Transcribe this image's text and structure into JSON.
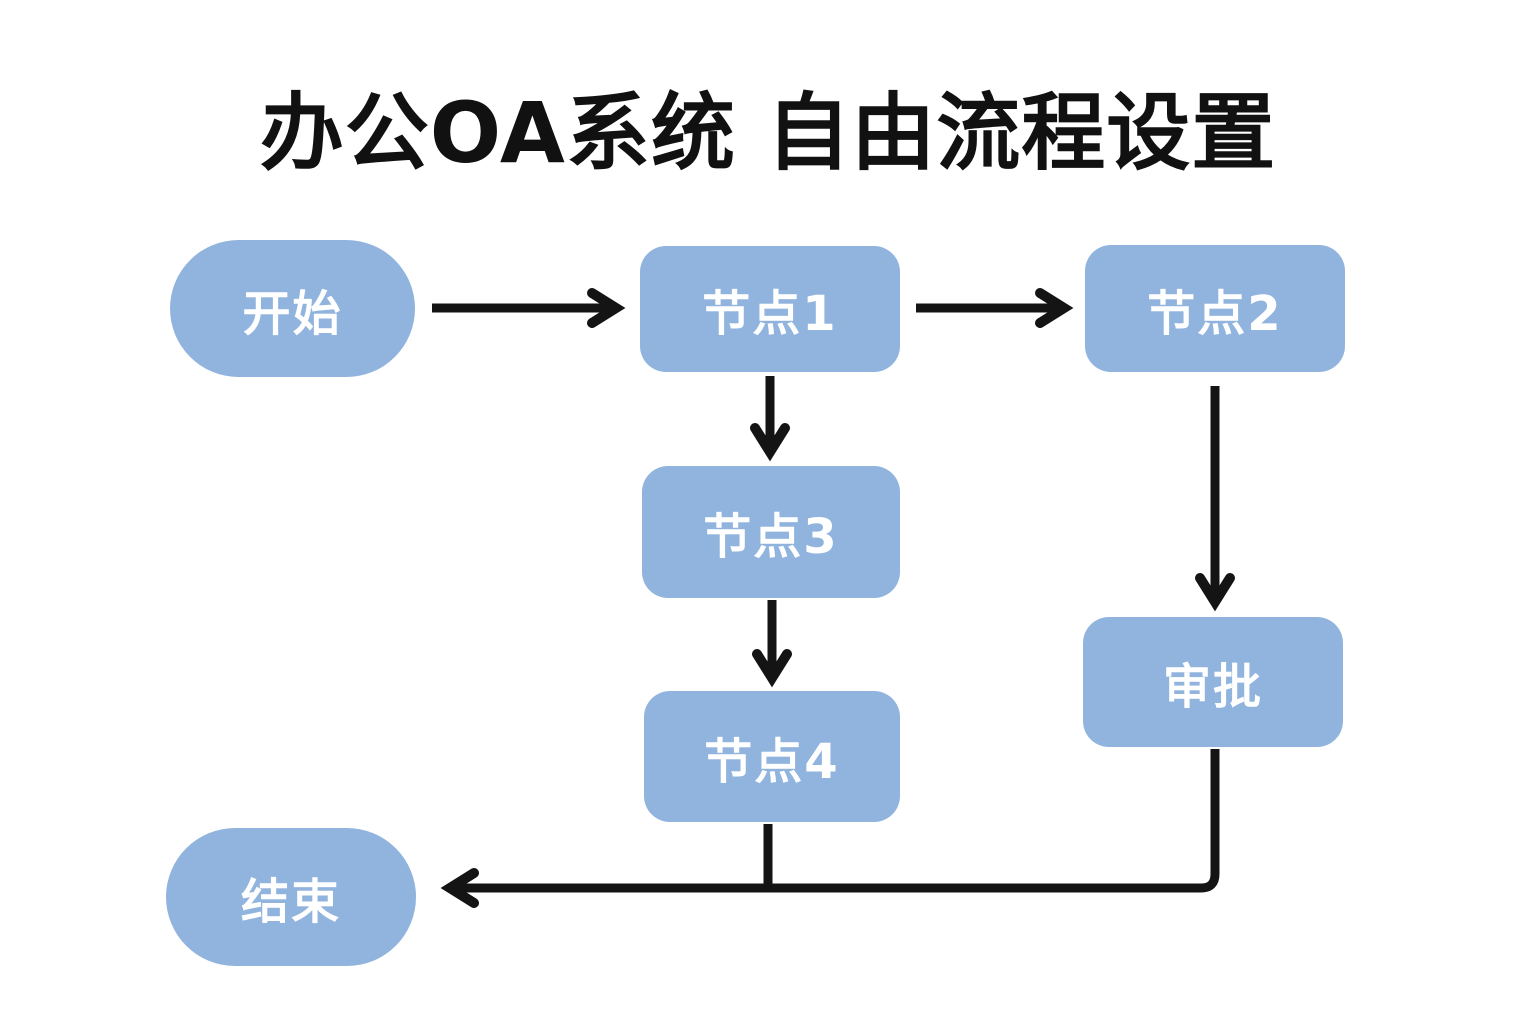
{
  "title": "办公OA系统 自由流程设置",
  "colors": {
    "background": "#ffffff",
    "title_text": "#111111",
    "node_fill": "#91b4de",
    "node_text": "#ffffff",
    "arrow": "#141414"
  },
  "nodes": [
    {
      "id": "start",
      "label": "开始",
      "shape": "pill"
    },
    {
      "id": "node1",
      "label": "节点1",
      "shape": "rounded-rect"
    },
    {
      "id": "node2",
      "label": "节点2",
      "shape": "rounded-rect"
    },
    {
      "id": "node3",
      "label": "节点3",
      "shape": "rounded-rect"
    },
    {
      "id": "node4",
      "label": "节点4",
      "shape": "rounded-rect"
    },
    {
      "id": "approval",
      "label": "审批",
      "shape": "rounded-rect"
    },
    {
      "id": "end",
      "label": "结束",
      "shape": "pill"
    }
  ],
  "edges": [
    {
      "from": "开始",
      "to": "节点1"
    },
    {
      "from": "节点1",
      "to": "节点2"
    },
    {
      "from": "节点1",
      "to": "节点3"
    },
    {
      "from": "节点3",
      "to": "节点4"
    },
    {
      "from": "节点2",
      "to": "审批"
    },
    {
      "from": "节点4",
      "to": "结束"
    },
    {
      "from": "审批",
      "to": "结束"
    }
  ]
}
